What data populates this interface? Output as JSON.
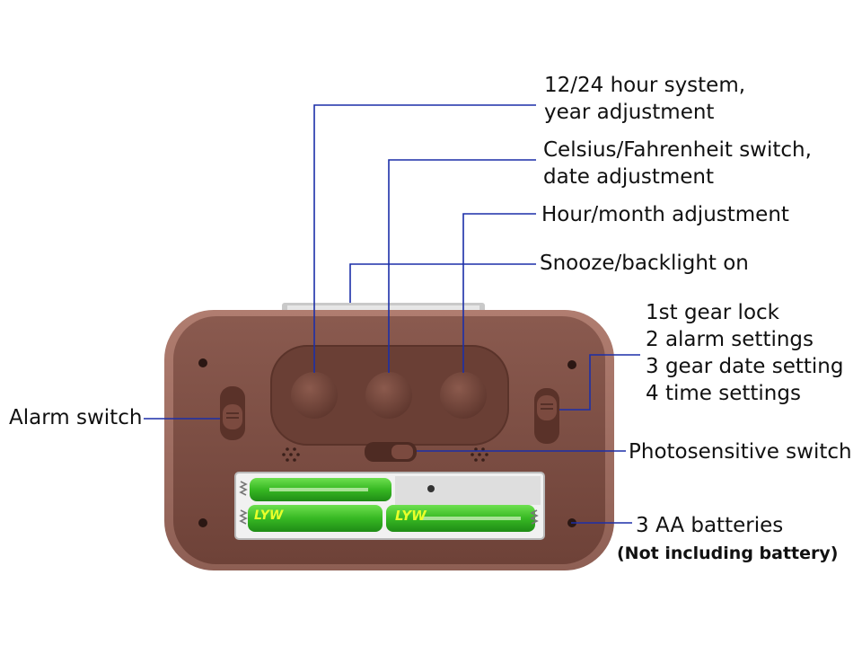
{
  "labels": {
    "hour_system": [
      "12/24 hour system,",
      "year adjustment"
    ],
    "celsius": [
      "Celsius/Fahrenheit switch,",
      "date adjustment"
    ],
    "hour_month": "Hour/month adjustment",
    "snooze": "Snooze/backlight on",
    "gear": [
      "1st gear lock",
      "2 alarm settings",
      "3 gear date setting",
      "4 time settings"
    ],
    "alarm_switch": "Alarm switch",
    "photosensitive": "Photosensitive switch",
    "batteries": "3 AA batteries",
    "battery_note": "(Not including battery)"
  },
  "battery_brand": "LYW",
  "colors": {
    "leader_line": "#1c2fa8",
    "clock_body": "#7e4f45",
    "clock_frame": "#9a6a5f",
    "battery_green": "#3fbf2a"
  }
}
